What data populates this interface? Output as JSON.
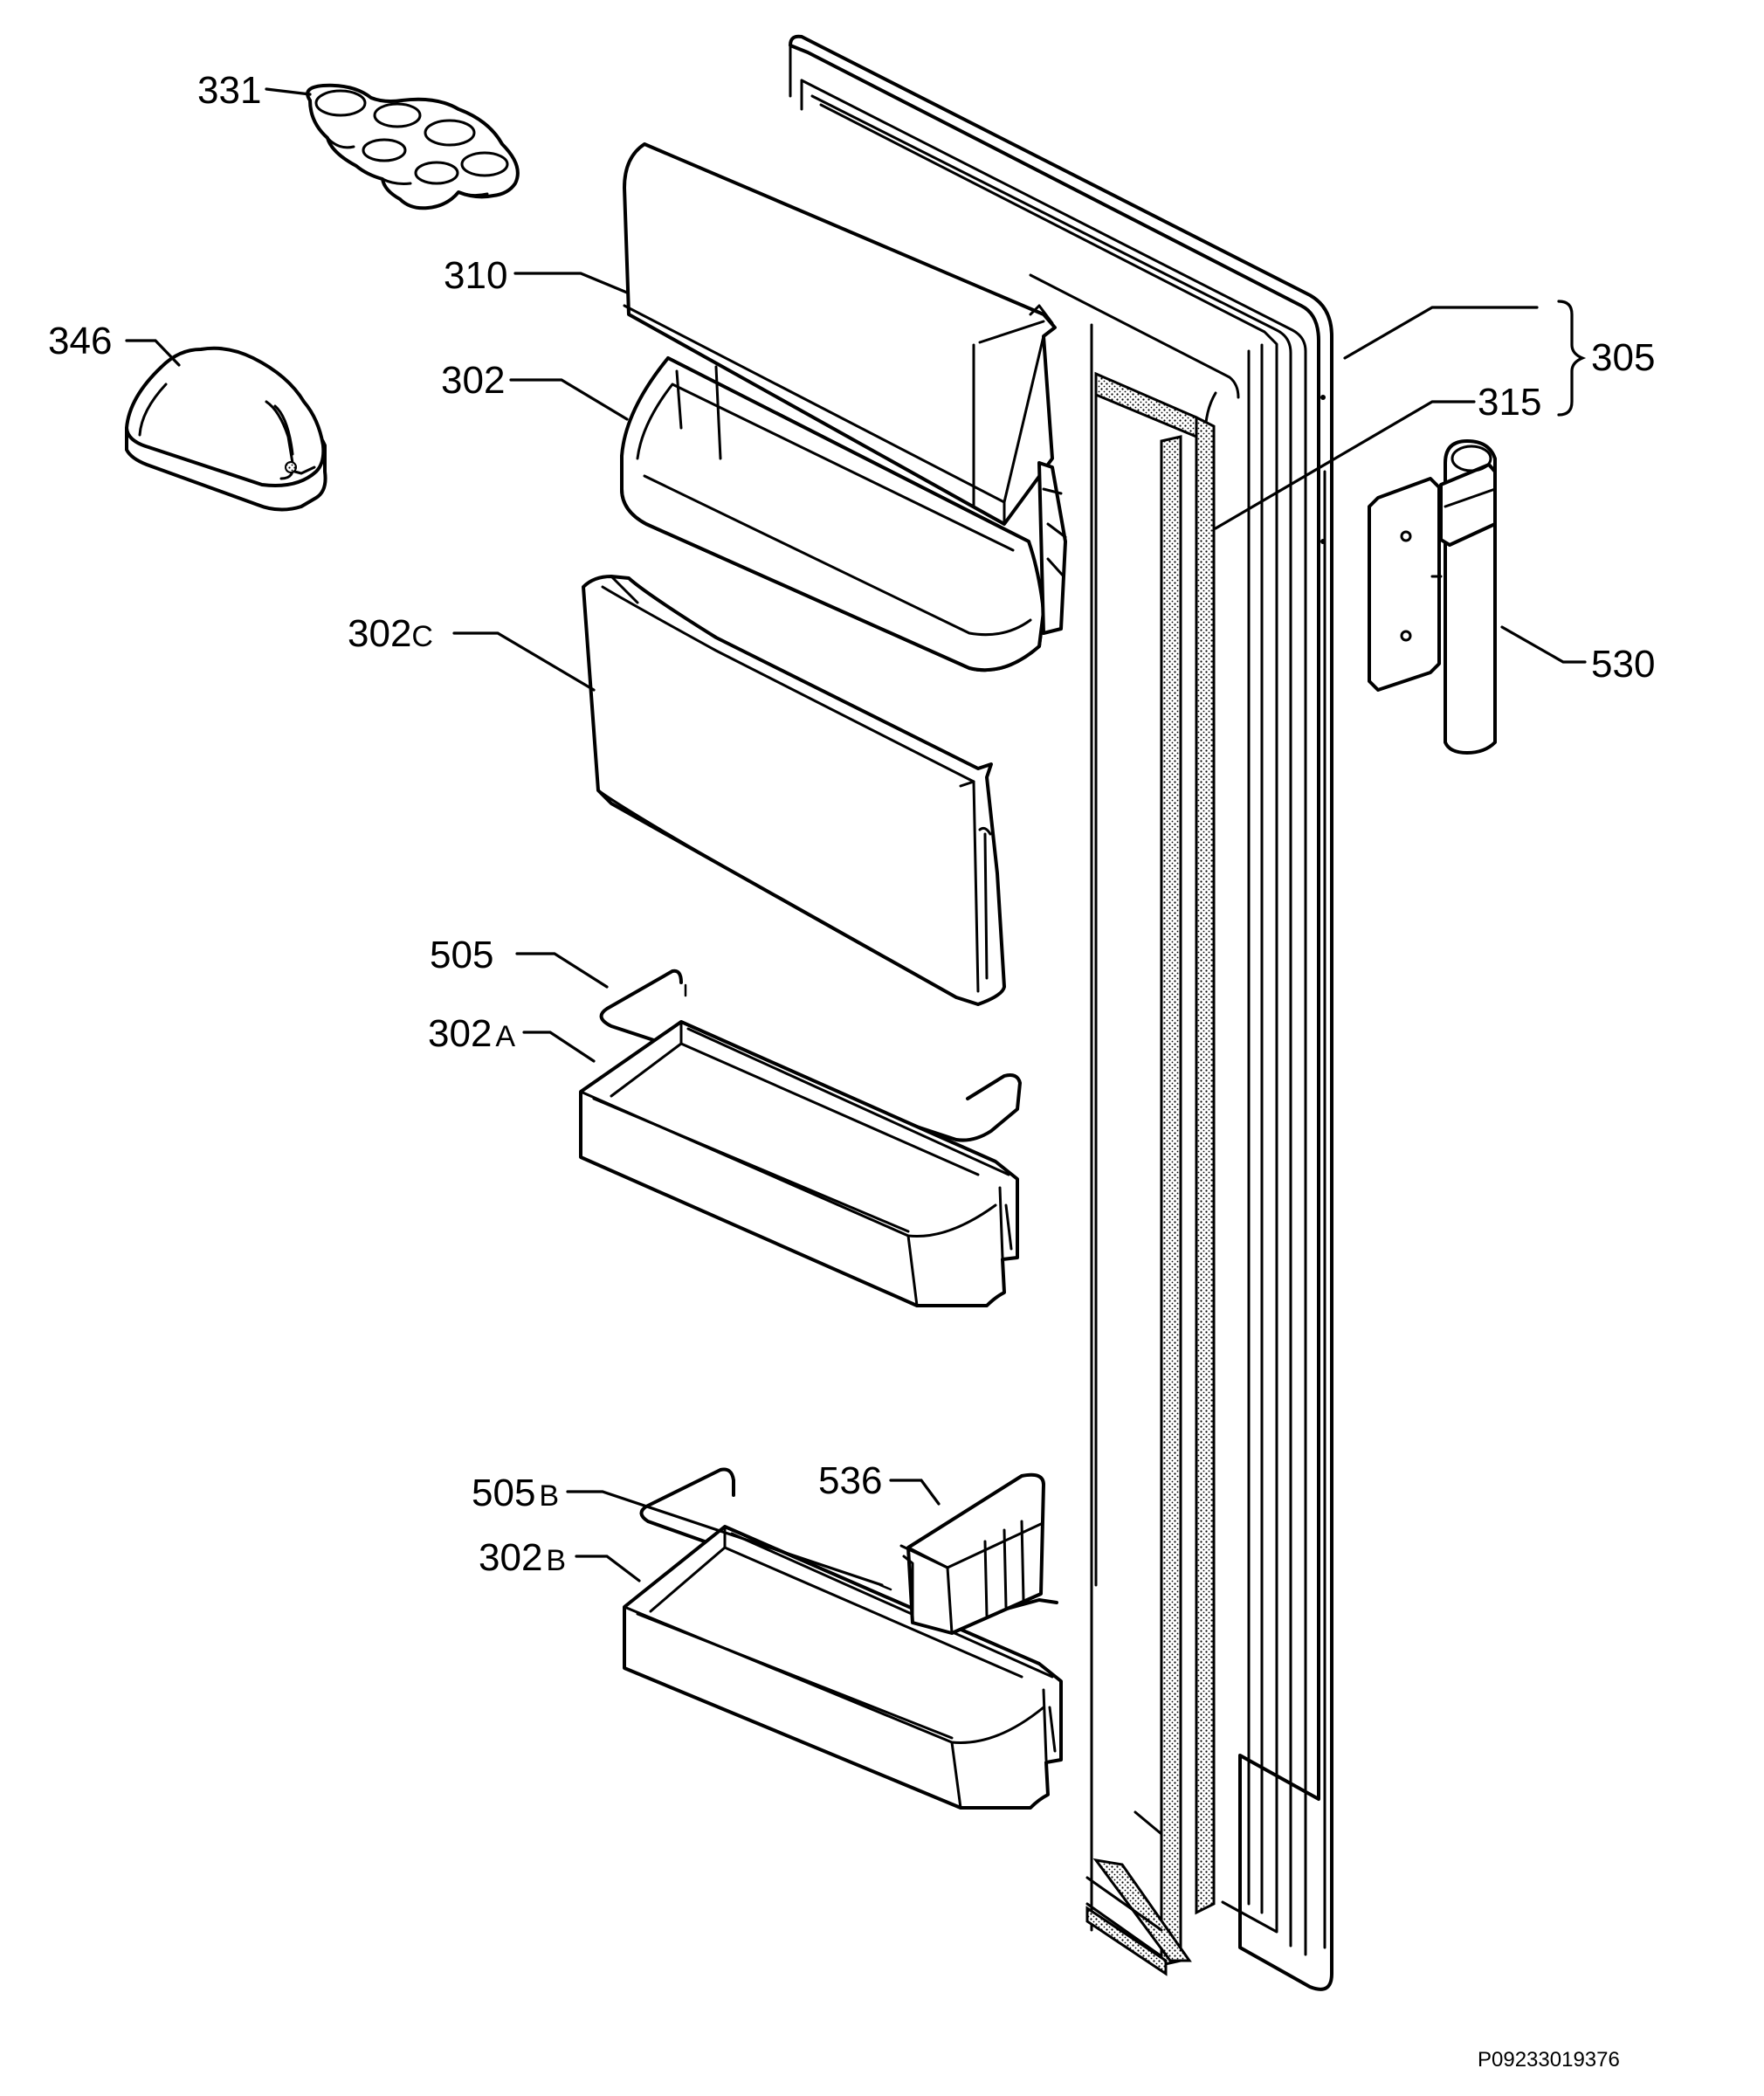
{
  "callouts": {
    "p331": "331",
    "p310": "310",
    "p346": "346",
    "p302": "302",
    "p302c_num": "302",
    "p302c_suffix": "C",
    "p505": "505",
    "p302a_num": "302",
    "p302a_suffix": "A",
    "p505b_num": "505",
    "p505b_suffix": "B",
    "p302b_num": "302",
    "p302b_suffix": "B",
    "p536": "536",
    "p305": "305",
    "p315": "315",
    "p530": "530"
  },
  "reference_code": "P09233019376"
}
